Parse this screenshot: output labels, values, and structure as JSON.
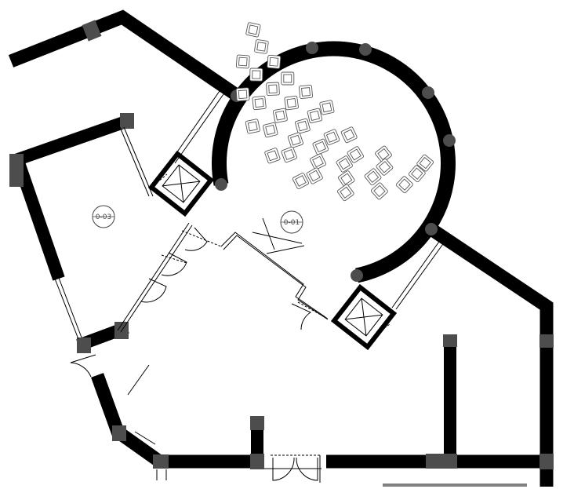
{
  "rooms": [
    {
      "id": "room-003",
      "label": "0-03"
    },
    {
      "id": "room-001",
      "label": "0-01"
    }
  ],
  "colors": {
    "wall": "#000000",
    "column": "#4d4d4d",
    "seat_outline": "#555555",
    "background": "#ffffff"
  }
}
